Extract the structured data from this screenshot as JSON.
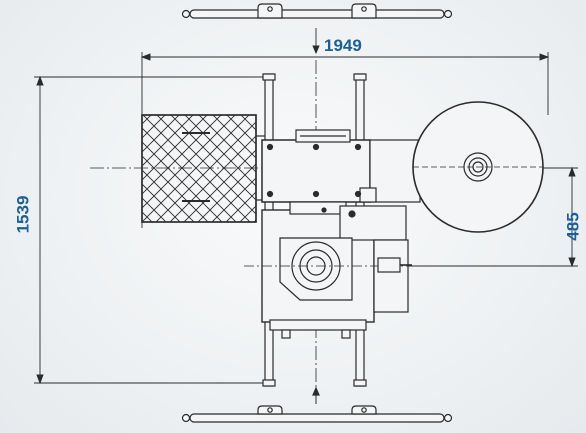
{
  "dimensions": {
    "overall_width": "1949",
    "overall_height": "1539",
    "side_offset": "485"
  },
  "colors": {
    "dimension_text": "#1d5f95",
    "line_work": "#2b2b2b",
    "background": "#eef1f3"
  }
}
